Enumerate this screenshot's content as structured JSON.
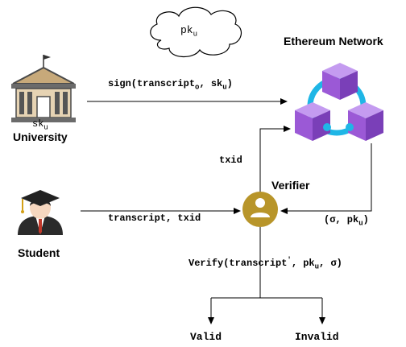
{
  "cloud": {
    "key_base": "pk",
    "key_sub": "u"
  },
  "university": {
    "key_base": "sk",
    "key_sub": "u",
    "label": "University"
  },
  "network": {
    "label": "Ethereum Network"
  },
  "student": {
    "label": "Student"
  },
  "verifier": {
    "label": "Verifier"
  },
  "edges": {
    "sign": {
      "prefix": "sign(transcript",
      "sub1": "o",
      "mid": ", sk",
      "sub2": "u",
      "suffix": ")"
    },
    "txid": "txid",
    "transcript": "transcript, txid",
    "sigma": {
      "prefix": "(σ, pk",
      "sub": "u",
      "suffix": ")"
    },
    "verify": {
      "prefix": "Verify(transcript",
      "sup": "'",
      "mid": ", pk",
      "sub": "u",
      "suffix": ", σ)"
    }
  },
  "outcomes": {
    "valid": "Valid",
    "invalid": "Invalid"
  },
  "colors": {
    "cube": "#9b59d6",
    "cube_dark": "#7a3fb8",
    "verifier": "#b8952a",
    "ring": "#1fb6e6"
  }
}
